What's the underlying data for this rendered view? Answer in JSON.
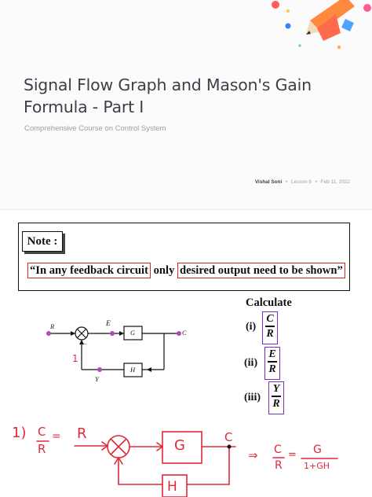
{
  "header": {
    "title": "Signal Flow Graph and Mason's Gain Formula - Part I",
    "subtitle": "Comprehensive Course on Control System",
    "author": "Vishal Soni",
    "lesson": "Lesson 6",
    "date": "Feb 11, 2022",
    "separator": "•"
  },
  "slide": {
    "note_label": "Note :",
    "note_text": {
      "quote_open": "“In any feedback circuit",
      "middle": " only ",
      "quote_close": "desired output need to be shown”"
    },
    "calculate": "Calculate",
    "items": [
      {
        "label": "(i)",
        "num": "C",
        "den": "R"
      },
      {
        "label": "(ii)",
        "num": "E",
        "den": "R"
      },
      {
        "label": "(iii)",
        "num": "Y",
        "den": "R"
      }
    ],
    "diagram": {
      "input": "R",
      "error": "E",
      "forward_block": "G",
      "output": "C",
      "feedback_block": "H",
      "feedback_signal": "Y",
      "sign_minus": "−",
      "annotation": "1"
    },
    "handwritten": {
      "index": "1)",
      "ratio_num": "C",
      "ratio_den": "R",
      "equals": "=",
      "input": "R",
      "output": "C",
      "forward_block": "G",
      "feedback_block": "H",
      "implies": "⇒",
      "result_lhs_num": "C",
      "result_lhs_den": "R",
      "result_num": "G",
      "result_den": "1+GH"
    }
  },
  "colors": {
    "accent_red": "#d12b1f",
    "handwriting_red": "#e0283c",
    "highlight_purple": "#7b2fbf"
  }
}
